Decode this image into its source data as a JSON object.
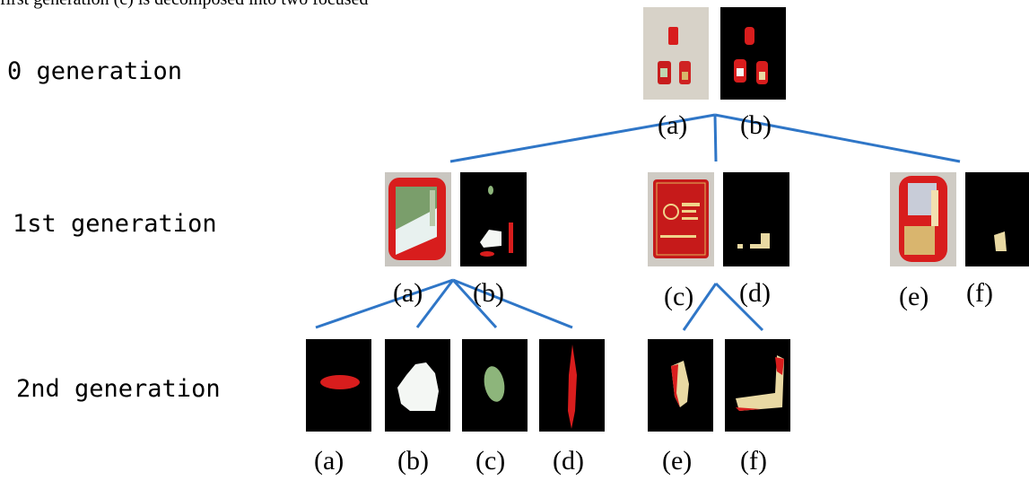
{
  "header_fragment": "first generation (c) is decomposed into two focused",
  "generations": [
    {
      "label": "0 generation"
    },
    {
      "label": "1st generation"
    },
    {
      "label": "2nd generation"
    }
  ],
  "captions": {
    "gen0": [
      "(a)",
      "(b)"
    ],
    "gen1": [
      "(a)",
      "(b)",
      "(c)",
      "(d)",
      "(e)",
      "(f)"
    ],
    "gen2": [
      "(a)",
      "(b)",
      "(c)",
      "(d)",
      "(e)",
      "(f)"
    ]
  },
  "colors": {
    "connector": "#2f76c7",
    "mask_background": "#000000",
    "red_segment": "#d81d1d",
    "white_segment": "#f4f7f4",
    "green_segment": "#8db57b",
    "yellow_segment": "#e9d9a3"
  }
}
